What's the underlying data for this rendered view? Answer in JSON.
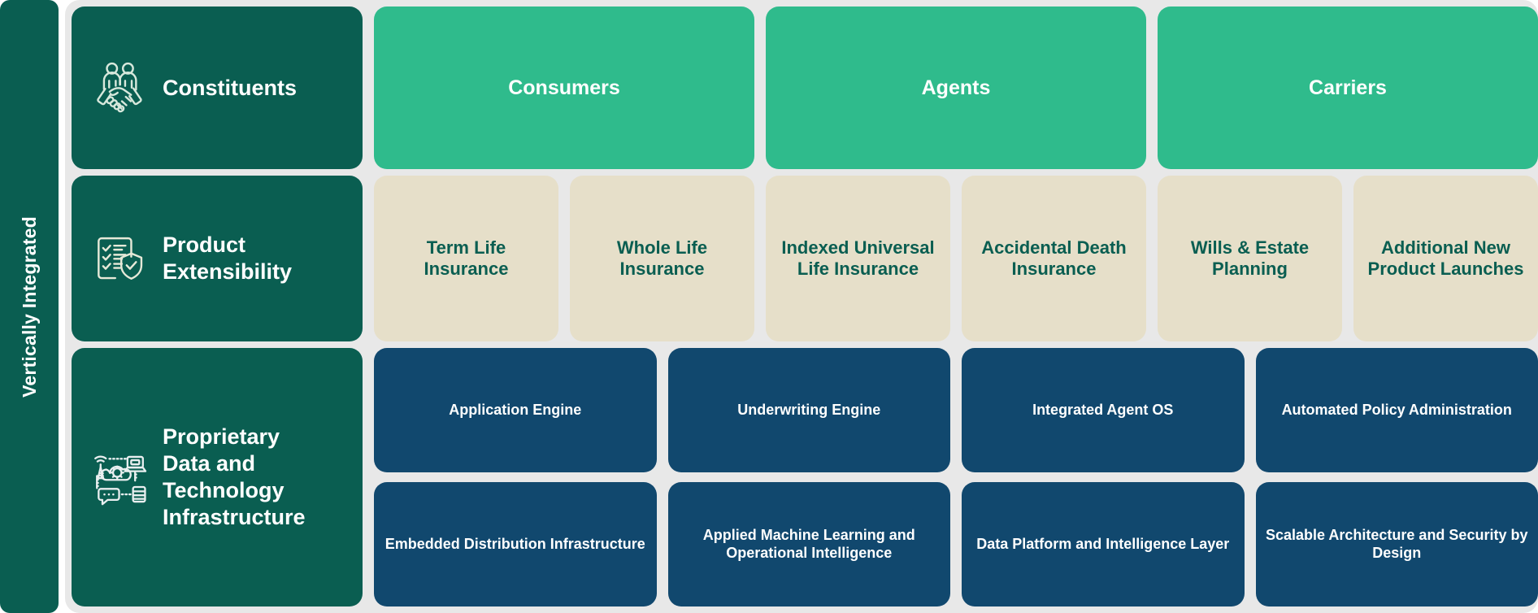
{
  "rail": {
    "label": "Vertically Integrated"
  },
  "rows": [
    {
      "key": "constituents",
      "label": "Constituents",
      "icon": "handshake-partners-icon",
      "cards": [
        "Consumers",
        "Agents",
        "Carriers"
      ]
    },
    {
      "key": "product_extensibility",
      "label": "Product\nExtensibility",
      "label_line1": "Product",
      "label_line2": "Extensibility",
      "icon": "checklist-shield-icon",
      "cards": [
        "Term Life Insurance",
        "Whole Life Insurance",
        "Indexed Universal Life Insurance",
        "Accidental Death Insurance",
        "Wills & Estate Planning",
        "Additional New Product Launches"
      ]
    },
    {
      "key": "infrastructure",
      "label_line1": "Proprietary",
      "label_line2": "Data and",
      "label_line3": "Technology",
      "label_line4": "Infrastructure",
      "icon": "cloud-network-tech-icon",
      "cards_top": [
        "Application Engine",
        "Underwriting Engine",
        "Integrated Agent OS",
        "Automated Policy Administration"
      ],
      "cards_bottom": [
        "Embedded Distribution Infrastructure",
        "Applied Machine Learning and Operational Intelligence",
        "Data Platform and Intelligence Layer",
        "Scalable Architecture and Security by Design"
      ]
    }
  ],
  "colors": {
    "rail": "#0A5E51",
    "panel": "#E8E8E8",
    "row_label": "#0A5E51",
    "constituent_card": "#2FBB8C",
    "product_card": "#E6DFC9",
    "product_text": "#0A5E51",
    "infra_card": "#11486E",
    "icon_stroke": "#D7E8DC"
  }
}
